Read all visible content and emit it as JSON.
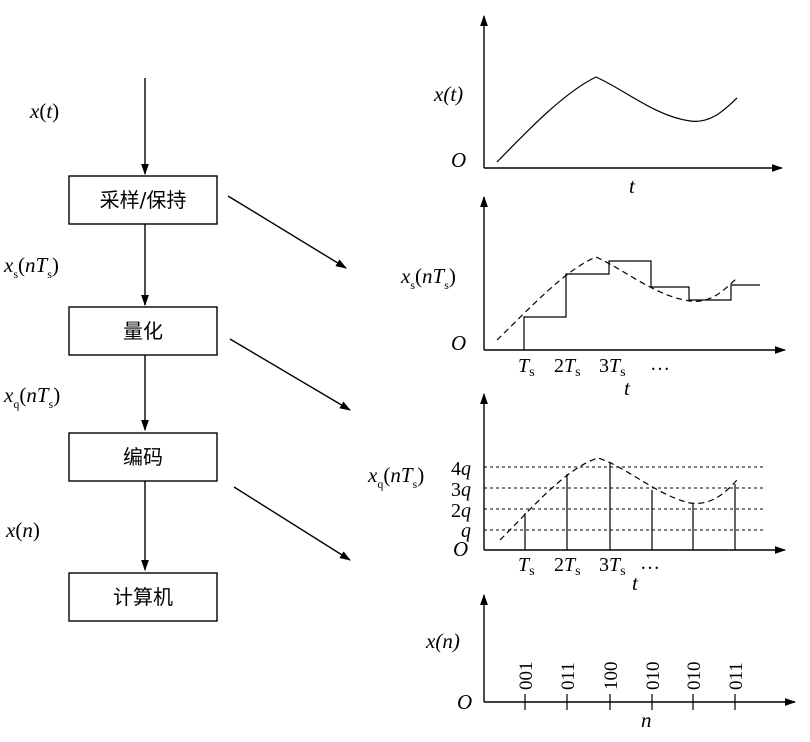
{
  "flow": {
    "input_label": {
      "base": "x",
      "paren_open": "(",
      "arg": "t",
      "paren_close": ")"
    },
    "blocks": [
      "采样/保持",
      "量化",
      "编码",
      "计算机"
    ],
    "edge_labels": [
      {
        "base": "x",
        "sub": "s",
        "open": "(",
        "n": "n",
        "T": "T",
        "Tsub": "s",
        "close": ")"
      },
      {
        "base": "x",
        "sub": "q",
        "open": "(",
        "n": "n",
        "T": "T",
        "Tsub": "s",
        "close": ")"
      },
      {
        "base": "x",
        "sub": "",
        "open": "(",
        "n": "n",
        "T": "",
        "Tsub": "",
        "close": ")"
      }
    ]
  },
  "graphs": {
    "g1": {
      "ylabel": "x(t)",
      "origin": "O",
      "xlabel": "t"
    },
    "g2": {
      "ylabel": {
        "base": "x",
        "sub": "s",
        "open": "(",
        "n": "n",
        "T": "T",
        "Tsub": "s",
        "close": ")"
      },
      "origin": "O",
      "xlabel": "t",
      "ticks": [
        {
          "coef": "",
          "T": "T",
          "sub": "s"
        },
        {
          "coef": "2",
          "T": "T",
          "sub": "s"
        },
        {
          "coef": "3",
          "T": "T",
          "sub": "s"
        }
      ],
      "ellipsis": "…"
    },
    "g3": {
      "ylabel": {
        "base": "x",
        "sub": "q",
        "open": "(",
        "n": "n",
        "T": "T",
        "Tsub": "s",
        "close": ")"
      },
      "origin": "O",
      "xlabel": "t",
      "levels": [
        {
          "coef": "",
          "q": "q"
        },
        {
          "coef": "2",
          "q": "q"
        },
        {
          "coef": "3",
          "q": "q"
        },
        {
          "coef": "4",
          "q": "q"
        }
      ],
      "ticks": [
        {
          "coef": "",
          "T": "T",
          "sub": "s"
        },
        {
          "coef": "2",
          "T": "T",
          "sub": "s"
        },
        {
          "coef": "3",
          "T": "T",
          "sub": "s"
        }
      ],
      "ellipsis": "…"
    },
    "g4": {
      "ylabel": "x(n)",
      "origin": "O",
      "xlabel": "n",
      "codes": [
        "001",
        "011",
        "100",
        "010",
        "010",
        "011"
      ]
    }
  }
}
